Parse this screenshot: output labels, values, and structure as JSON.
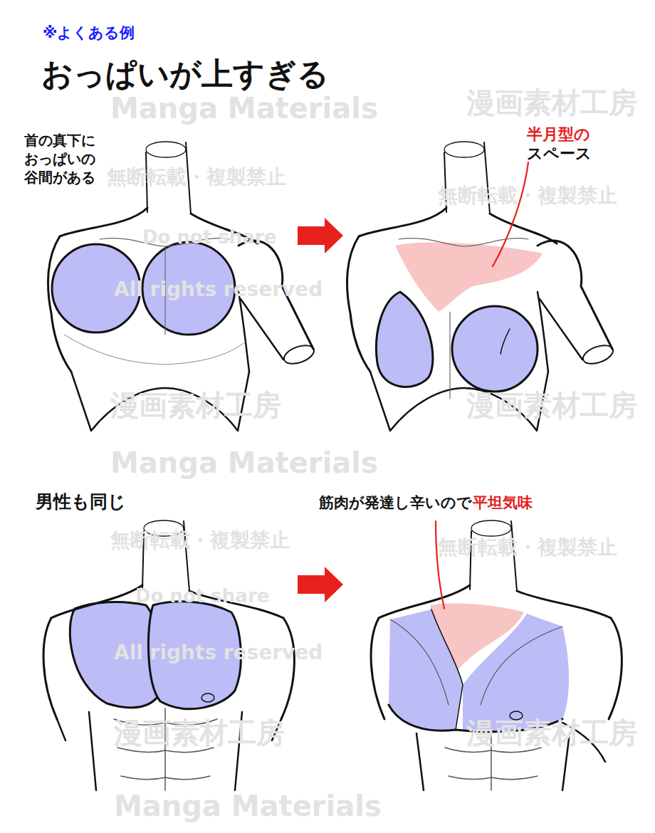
{
  "diagram": {
    "title": "おっぱいが上すぎる",
    "labels": [
      "※よくある例",
      "首の真下に おっぱいの 谷間がある",
      "半月型の",
      "スペース",
      "男性も同じ",
      "筋肉が発達し辛いので",
      "平坦気味",
      "漫画素材工房",
      "Manga Materials",
      "無断転載・複製禁止",
      "無断転載・複製禁止",
      "Do not share",
      "All rights reserved",
      "漫画素材工房",
      "漫画素材工房",
      "Manga Materials",
      "無断転載・複製禁止",
      "無断転載・複製禁止",
      "Do not share",
      "All rights reserved",
      "漫画素材工房",
      "漫画素材工房",
      "Manga Materials"
    ]
  }
}
